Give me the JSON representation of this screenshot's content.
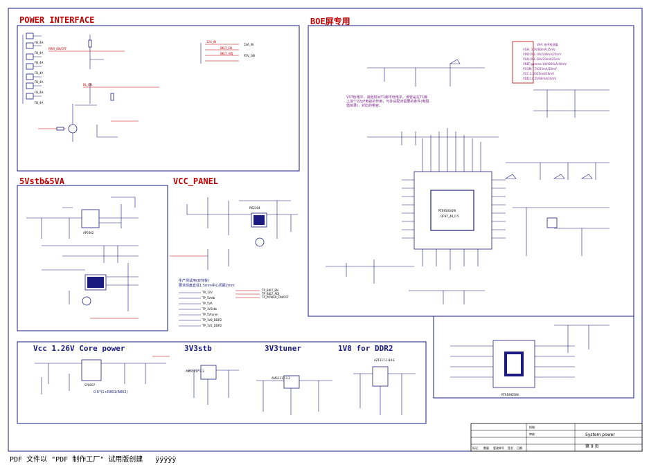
{
  "sections": {
    "power_interface": "POWER INTERFACE",
    "boe_panel": "BOE屏专用",
    "standby": "5Vstb&5VA",
    "vcc_panel": "VCC_PANEL",
    "core_power": "Vcc 1.26V  Core power",
    "v3v3stb": "3V3stb",
    "v3v3tuner": "3V3tuner",
    "ddr2": "1V8 for DDR2"
  },
  "power_labels": {
    "nets": [
      "12V_IN",
      "5VA_IN",
      "P5V_ON",
      "PWR_ON/OFF",
      "BKLT_EN",
      "BKLT_ADJ",
      "BL_ON"
    ],
    "fuses": [
      "FB_4A",
      "FB_4A",
      "FB_4A",
      "FB_4A",
      "FB_4A",
      "FB_4A",
      "FB_4A"
    ]
  },
  "boe_notes": {
    "spec_lines": [
      "VAA: 电平检测值",
      "VGH: 3.3V/80mA/15mV",
      "VDD:VGL:-8V/100mA/25mV",
      "VGH:VGL:28V/20mA/25mV",
      "VREF:gamma:14V/800uA/40mV",
      "VCOM:7.5V/25mA/10mV",
      "VCC:3.3V/25mA/10mV",
      "VDD:14.5V/60mA/20mV"
    ],
    "chinese_note": "VST低电平，其他时间T1脚不低电平，该管是在T1脚上加个22pF电容的作用，与外设配对需要的条件(电阻值目录)，对比的电容。",
    "chip_name": "RT6950GQW",
    "chip_pkg": "QFN7_48_0.5"
  },
  "panel_notes": {
    "production_note_1": "生产测试用(双背板)",
    "production_note_2": "要求焊盘直径1.5mm中心间距2mm",
    "test_points": [
      "TP_12V",
      "TP_5Vstb",
      "TP_5VA",
      "TP_3V3stb",
      "TP_5Vtuner",
      "TP_1V8_DDR2",
      "TP_1V2_DDR2"
    ],
    "test_points_right": [
      "TP_BKLT_EN",
      "TP_BKLT_ADJ",
      "TP_POWER_ON/OFF"
    ]
  },
  "core_note": "0.6*(1+R801/R802)",
  "chips": {
    "u801": "SY8007",
    "stb_reg": "AP5002",
    "panel_mos": "RK2304",
    "tuner_ldo": "AMS1117-3.3",
    "ddr_ldo": "AZ1117-1.8/LS",
    "boe_sub": "RT9199ZQW"
  },
  "title_block": {
    "title": "System power",
    "page": "第 9 页",
    "rows": [
      "标记",
      "数量",
      "更改单号",
      "签名",
      "日期"
    ],
    "fields": [
      "拟制",
      "审核"
    ]
  },
  "footer": "PDF 文件以 \"PDF 制作工厂\" 试用版创建   ÿÿÿÿÿ"
}
